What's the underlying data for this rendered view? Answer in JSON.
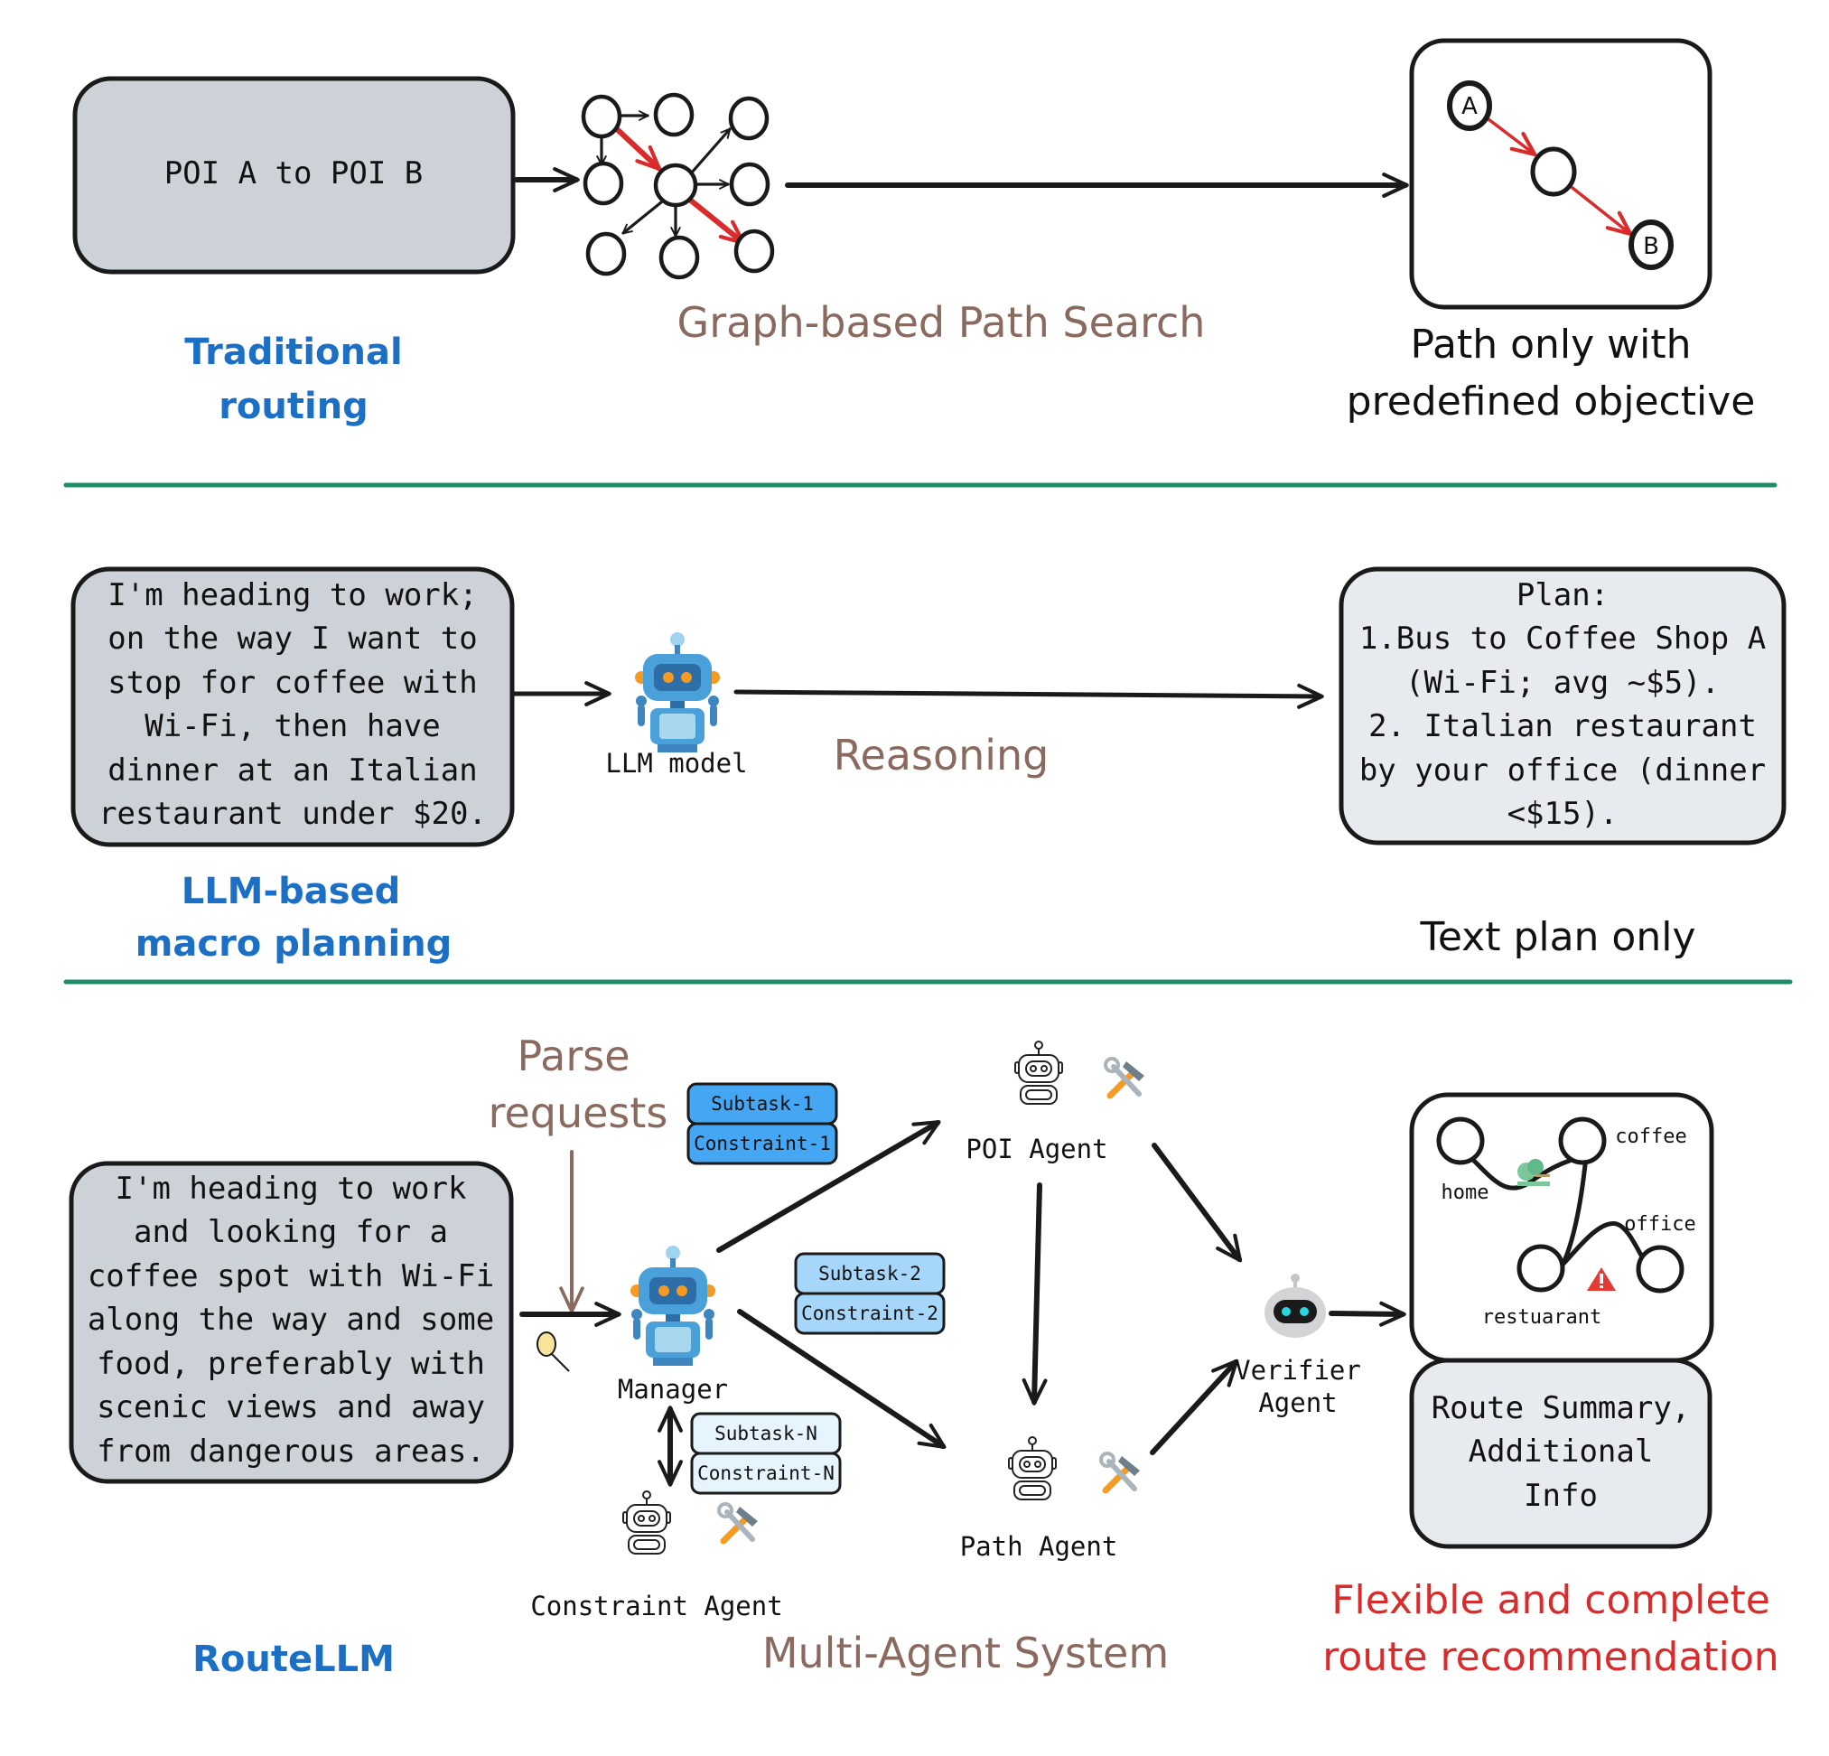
{
  "colors": {
    "section_title": "#1b6fc4",
    "process_label": "#8a6a5e",
    "divider": "#1e8c6a",
    "highlight_path": "#d92b2b",
    "outcome_red": "#d92b2b",
    "box_fill_gray": "#cdd2d8",
    "box_fill_light": "#e7eaee",
    "chip_dark_blue": "#45a6f3",
    "chip_mid_blue": "#a7d6fb",
    "chip_light_blue": "#e6f4fe"
  },
  "traditional": {
    "input_box": "POI A to POI B",
    "process_label": "Graph-based Path Search",
    "section_title_lines": [
      "Traditional",
      "routing"
    ],
    "output_nodes": {
      "start": "A",
      "end": "B"
    },
    "output_caption_lines": [
      "Path only with",
      "predefined objective"
    ]
  },
  "llm_macro": {
    "input_lines": [
      "I'm heading to work;",
      "on the way I want to",
      "stop for coffee with",
      "Wi-Fi, then have",
      "dinner at an Italian",
      "restaurant under $20."
    ],
    "model_label": "LLM model",
    "process_label": "Reasoning",
    "output_lines": [
      "Plan:",
      "1.Bus to Coffee Shop A",
      "(Wi-Fi; avg ~$5).",
      "2. Italian restaurant",
      "by your office (dinner",
      "<$15)."
    ],
    "section_title_lines": [
      "LLM-based",
      "macro planning"
    ],
    "output_caption": "Text plan only"
  },
  "routellm": {
    "input_lines": [
      "I'm heading to work",
      "and looking for a",
      "coffee spot with Wi-Fi",
      "along the way and some",
      "food, preferably with",
      "scenic views and away",
      "from dangerous areas."
    ],
    "parse_label_lines": [
      "Parse",
      "requests"
    ],
    "manager_label": "Manager",
    "chips": [
      {
        "subtask": "Subtask-1",
        "constraint": "Constraint-1"
      },
      {
        "subtask": "Subtask-2",
        "constraint": "Constraint-2"
      },
      {
        "subtask": "Subtask-N",
        "constraint": "Constraint-N"
      }
    ],
    "agents": {
      "poi": "POI Agent",
      "path": "Path Agent",
      "constraint": "Constraint Agent",
      "verifier_lines": [
        "Verifier",
        "Agent"
      ]
    },
    "process_label": "Multi-Agent System",
    "map_labels": {
      "home": "home",
      "coffee": "coffee",
      "office": "office",
      "restaurant": "restuarant"
    },
    "summary_lines": [
      "Route Summary,",
      "Additional",
      "Info"
    ],
    "section_title": "RouteLLM",
    "output_caption_lines": [
      "Flexible and complete",
      "route recommendation"
    ]
  }
}
